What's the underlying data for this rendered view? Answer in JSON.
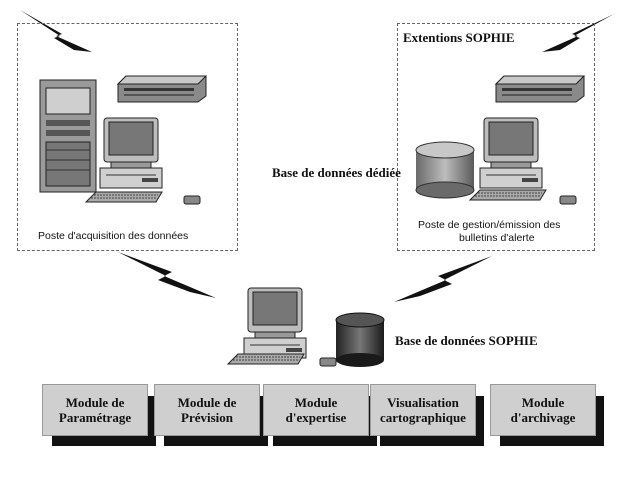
{
  "labels": {
    "acquisition": "Poste d'acquisition des données",
    "extensions_title": "Extentions SOPHIE",
    "dedicated_db": "Base de données dédiée",
    "gestion_line1": "Poste de gestion/émission des",
    "gestion_line2": "bulletins d'alerte",
    "sophie_db": "Base de données SOPHIE"
  },
  "modules": [
    {
      "line1": "Module de",
      "line2": "Paramétrage"
    },
    {
      "line1": "Module de",
      "line2": "Prévision"
    },
    {
      "line1": "Module",
      "line2": "d'expertise"
    },
    {
      "line1": "Visualisation",
      "line2": "cartographique"
    },
    {
      "line1": "Module",
      "line2": "d'archivage"
    }
  ]
}
